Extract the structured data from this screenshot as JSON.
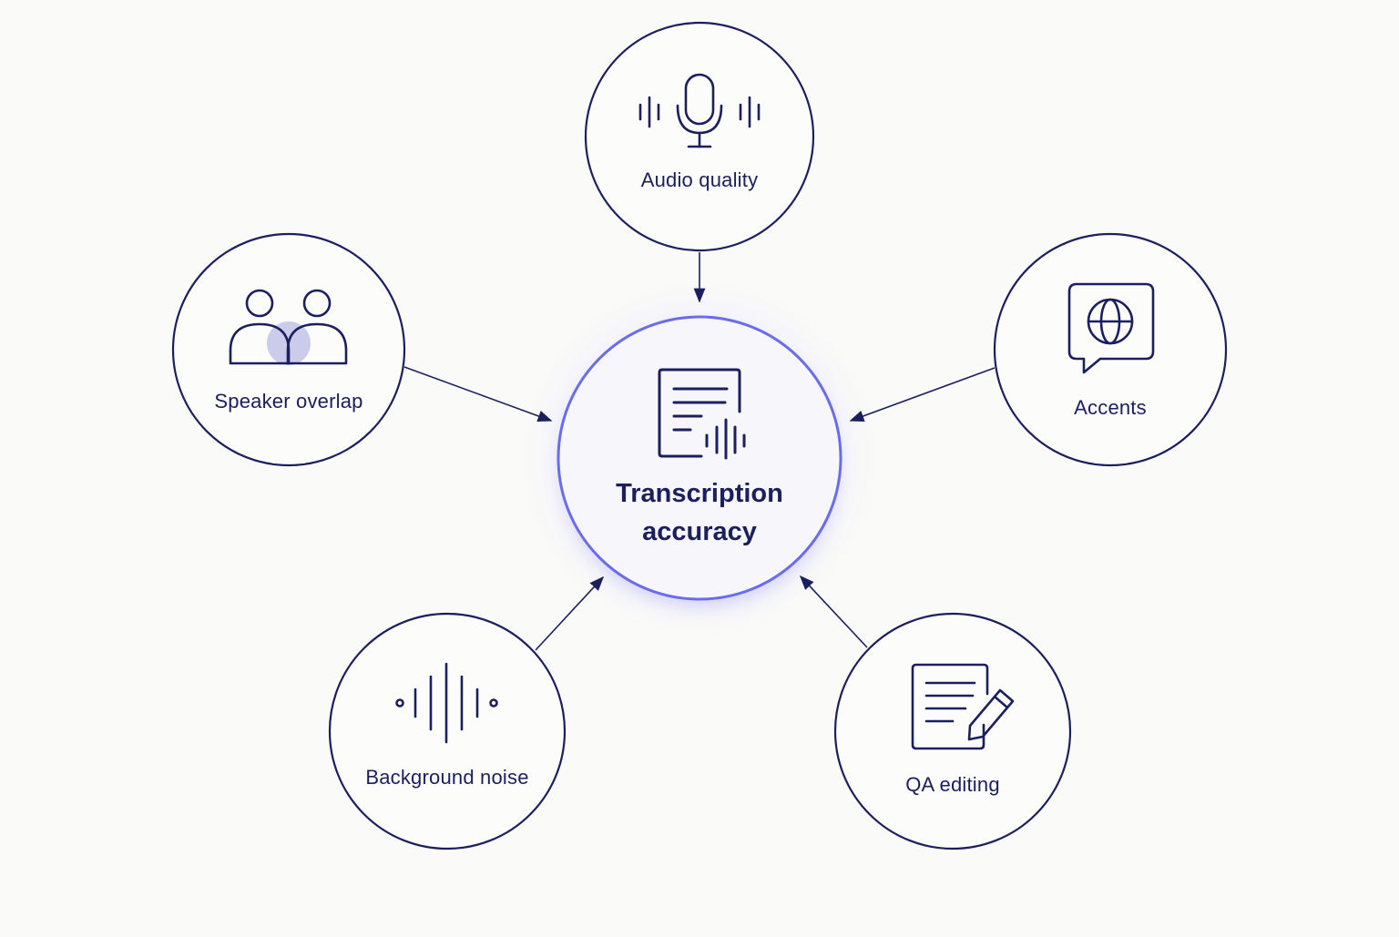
{
  "colors": {
    "stroke": "#1c1f5e",
    "accent": "#6366e8",
    "background": "#fafaf8"
  },
  "center": {
    "line1": "Transcription",
    "line2": "accuracy",
    "icon": "document-waveform-icon"
  },
  "factors": [
    {
      "label": "Audio quality",
      "icon": "microphone-icon"
    },
    {
      "label": "Speaker overlap",
      "icon": "overlapping-people-icon"
    },
    {
      "label": "Accents",
      "icon": "speech-bubble-globe-icon"
    },
    {
      "label": "Background noise",
      "icon": "sound-wave-icon"
    },
    {
      "label": "QA editing",
      "icon": "document-pencil-icon"
    }
  ]
}
